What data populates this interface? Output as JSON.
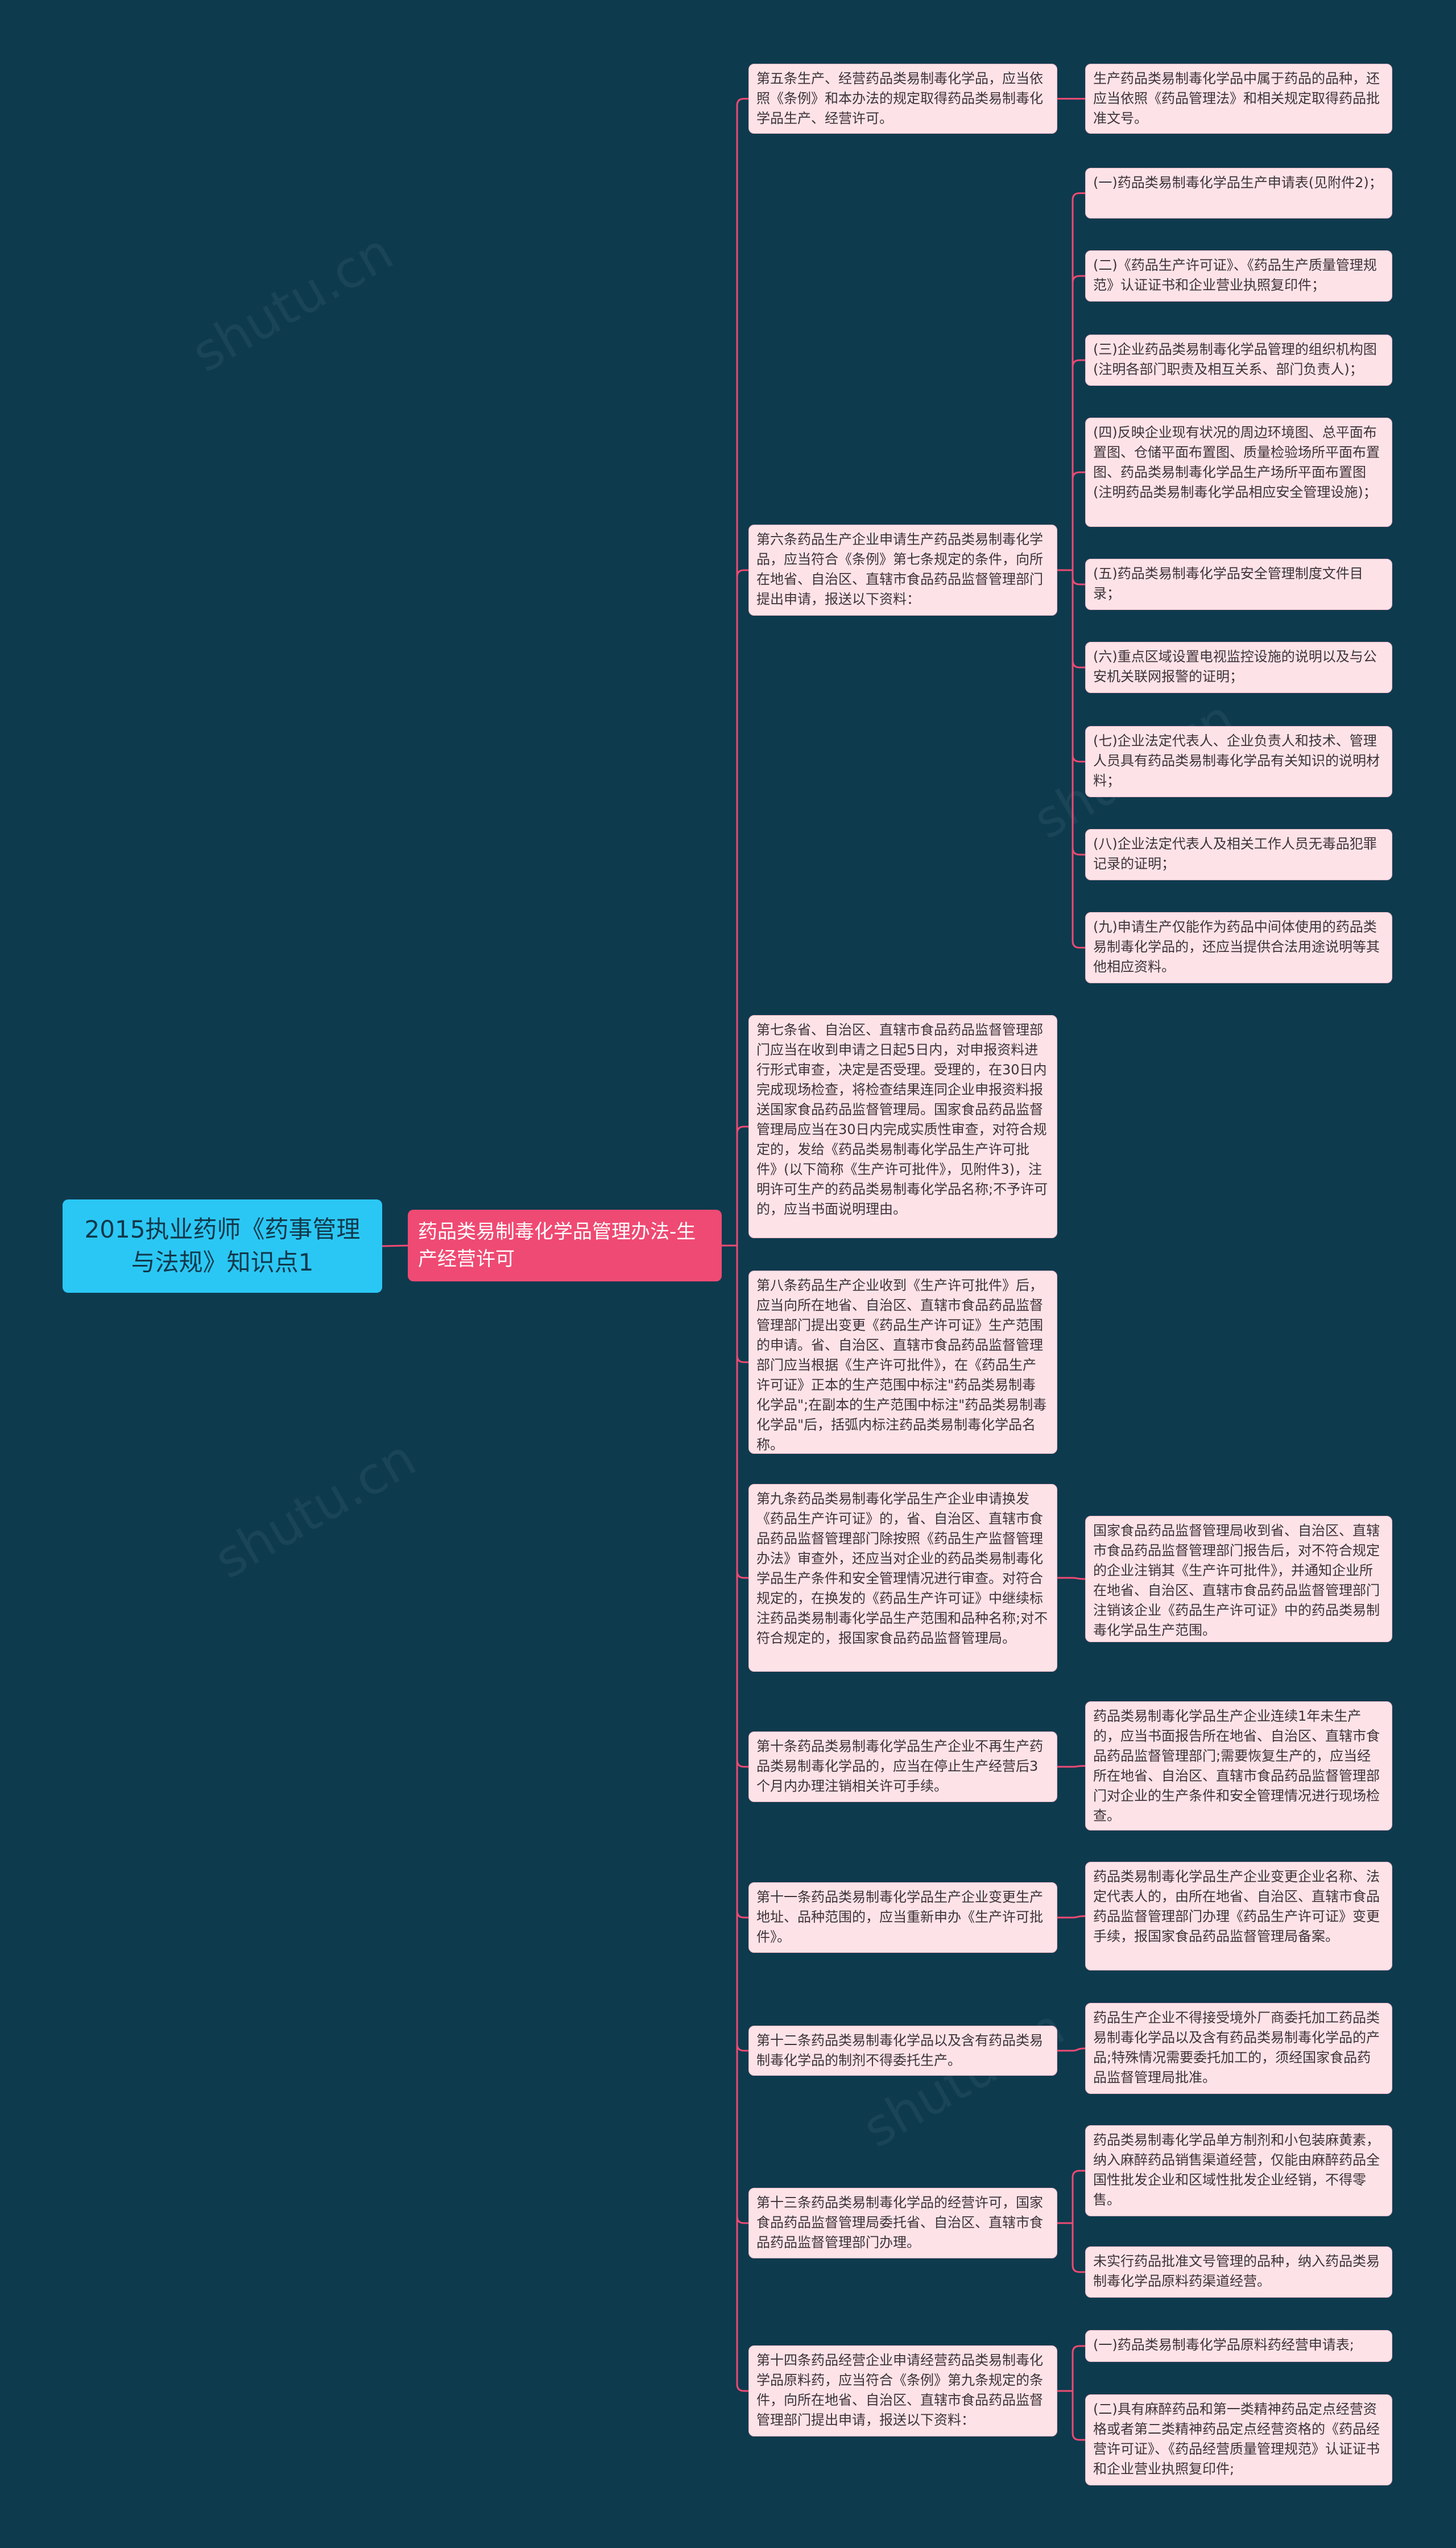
{
  "colors": {
    "background": "#0e3a4e",
    "root": "#2bc7f4",
    "branch": "#ef4a73",
    "leaf": "#fde3e8",
    "connector": "#ef4a73"
  },
  "root": {
    "label": "2015执业药师《药事管理与法规》知识点1"
  },
  "branch": {
    "label": "药品类易制毒化学品管理办法-生产经营许可"
  },
  "articles": [
    {
      "text": "第五条生产、经营药品类易制毒化学品，应当依照《条例》和本办法的规定取得药品类易制毒化学品生产、经营许可。",
      "children": [
        "生产药品类易制毒化学品中属于药品的品种，还应当依照《药品管理法》和相关规定取得药品批准文号。"
      ]
    },
    {
      "text": "第六条药品生产企业申请生产药品类易制毒化学品，应当符合《条例》第七条规定的条件，向所在地省、自治区、直辖市食品药品监督管理部门提出申请，报送以下资料：",
      "children": [
        "(一)药品类易制毒化学品生产申请表(见附件2)；",
        "(二)《药品生产许可证》、《药品生产质量管理规范》认证证书和企业营业执照复印件；",
        "(三)企业药品类易制毒化学品管理的组织机构图(注明各部门职责及相互关系、部门负责人)；",
        "(四)反映企业现有状况的周边环境图、总平面布置图、仓储平面布置图、质量检验场所平面布置图、药品类易制毒化学品生产场所平面布置图(注明药品类易制毒化学品相应安全管理设施)；",
        "(五)药品类易制毒化学品安全管理制度文件目录；",
        "(六)重点区域设置电视监控设施的说明以及与公安机关联网报警的证明；",
        "(七)企业法定代表人、企业负责人和技术、管理人员具有药品类易制毒化学品有关知识的说明材料；",
        "(八)企业法定代表人及相关工作人员无毒品犯罪记录的证明；",
        "(九)申请生产仅能作为药品中间体使用的药品类易制毒化学品的，还应当提供合法用途说明等其他相应资料。"
      ]
    },
    {
      "text": "第七条省、自治区、直辖市食品药品监督管理部门应当在收到申请之日起5日内，对申报资料进行形式审查，决定是否受理。受理的，在30日内完成现场检查，将检查结果连同企业申报资料报送国家食品药品监督管理局。国家食品药品监督管理局应当在30日内完成实质性审查，对符合规定的，发给《药品类易制毒化学品生产许可批件》(以下简称《生产许可批件》，见附件3)，注明许可生产的药品类易制毒化学品名称;不予许可的，应当书面说明理由。",
      "children": []
    },
    {
      "text": "第八条药品生产企业收到《生产许可批件》后，应当向所在地省、自治区、直辖市食品药品监督管理部门提出变更《药品生产许可证》生产范围的申请。省、自治区、直辖市食品药品监督管理部门应当根据《生产许可批件》，在《药品生产许可证》正本的生产范围中标注\"药品类易制毒化学品\";在副本的生产范围中标注\"药品类易制毒化学品\"后，括弧内标注药品类易制毒化学品名称。",
      "children": []
    },
    {
      "text": "第九条药品类易制毒化学品生产企业申请换发《药品生产许可证》的，省、自治区、直辖市食品药品监督管理部门除按照《药品生产监督管理办法》审查外，还应当对企业的药品类易制毒化学品生产条件和安全管理情况进行审查。对符合规定的，在换发的《药品生产许可证》中继续标注药品类易制毒化学品生产范围和品种名称;对不符合规定的，报国家食品药品监督管理局。",
      "children": [
        "国家食品药品监督管理局收到省、自治区、直辖市食品药品监督管理部门报告后，对不符合规定的企业注销其《生产许可批件》，并通知企业所在地省、自治区、直辖市食品药品监督管理部门注销该企业《药品生产许可证》中的药品类易制毒化学品生产范围。"
      ]
    },
    {
      "text": "第十条药品类易制毒化学品生产企业不再生产药品类易制毒化学品的，应当在停止生产经营后3个月内办理注销相关许可手续。",
      "children": [
        "药品类易制毒化学品生产企业连续1年未生产的，应当书面报告所在地省、自治区、直辖市食品药品监督管理部门;需要恢复生产的，应当经所在地省、自治区、直辖市食品药品监督管理部门对企业的生产条件和安全管理情况进行现场检查。"
      ]
    },
    {
      "text": "第十一条药品类易制毒化学品生产企业变更生产地址、品种范围的，应当重新申办《生产许可批件》。",
      "children": [
        "药品类易制毒化学品生产企业变更企业名称、法定代表人的，由所在地省、自治区、直辖市食品药品监督管理部门办理《药品生产许可证》变更手续，报国家食品药品监督管理局备案。"
      ]
    },
    {
      "text": "第十二条药品类易制毒化学品以及含有药品类易制毒化学品的制剂不得委托生产。",
      "children": [
        "药品生产企业不得接受境外厂商委托加工药品类易制毒化学品以及含有药品类易制毒化学品的产品;特殊情况需要委托加工的，须经国家食品药品监督管理局批准。"
      ]
    },
    {
      "text": "第十三条药品类易制毒化学品的经营许可，国家食品药品监督管理局委托省、自治区、直辖市食品药品监督管理部门办理。",
      "children": [
        "药品类易制毒化学品单方制剂和小包装麻黄素，纳入麻醉药品销售渠道经营，仅能由麻醉药品全国性批发企业和区域性批发企业经销，不得零售。",
        "未实行药品批准文号管理的品种，纳入药品类易制毒化学品原料药渠道经营。"
      ]
    },
    {
      "text": "第十四条药品经营企业申请经营药品类易制毒化学品原料药，应当符合《条例》第九条规定的条件，向所在地省、自治区、直辖市食品药品监督管理部门提出申请，报送以下资料：",
      "children": [
        "(一)药品类易制毒化学品原料药经营申请表;",
        "(二)具有麻醉药品和第一类精神药品定点经营资格或者第二类精神药品定点经营资格的《药品经营许可证》、《药品经营质量管理规范》认证证书和企业营业执照复印件;"
      ]
    }
  ]
}
